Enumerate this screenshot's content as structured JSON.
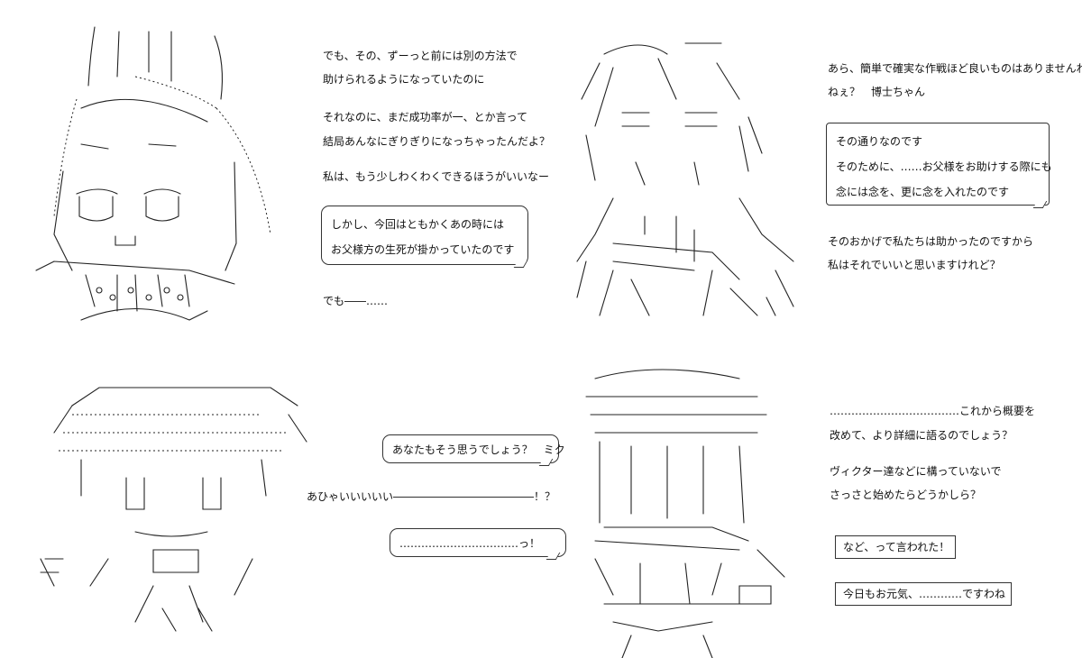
{
  "panel1": {
    "lines": [
      "でも、その、ずーっと前には別の方法で",
      "助けられるようになっていたのに",
      "それなのに、まだ成功率が一、とか言って",
      "結局あんなにぎりぎりになっちゃったんだよ？",
      "私は、もう少しわくわくできるほうがいいなー"
    ],
    "bubble": [
      "しかし、今回はともかくあの時には",
      "お父様方の生死が掛かっていたのです"
    ],
    "after": "でも――……"
  },
  "panel2": {
    "lines": [
      "あら、簡単で確実な作戦ほど良いものはありませんわ？",
      "ねぇ？　博士ちゃん"
    ],
    "bubble": [
      "その通りなのです",
      "そのために、……お父様をお助けする際にも",
      "念には念を、更に念を入れたのです"
    ],
    "after": [
      "そのおかげで私たちは助かったのですから",
      "私はそれでいいと思いますけれど？"
    ]
  },
  "panel3": {
    "bubble1": "あなたもそう思うでしょう？　ミク",
    "shout": "あひゃいいいいい―――――――――――――！？",
    "bubble2": "……………………………っ！"
  },
  "panel4": {
    "lines": [
      "………………………………これから概要を",
      "改めて、より詳細に語るのでしょう？",
      "ヴィクター達などに構っていないで",
      "さっさと始めたらどうかしら？"
    ],
    "box1": "など、って言われた！",
    "box2": "今日もお元気、…………ですわね"
  }
}
